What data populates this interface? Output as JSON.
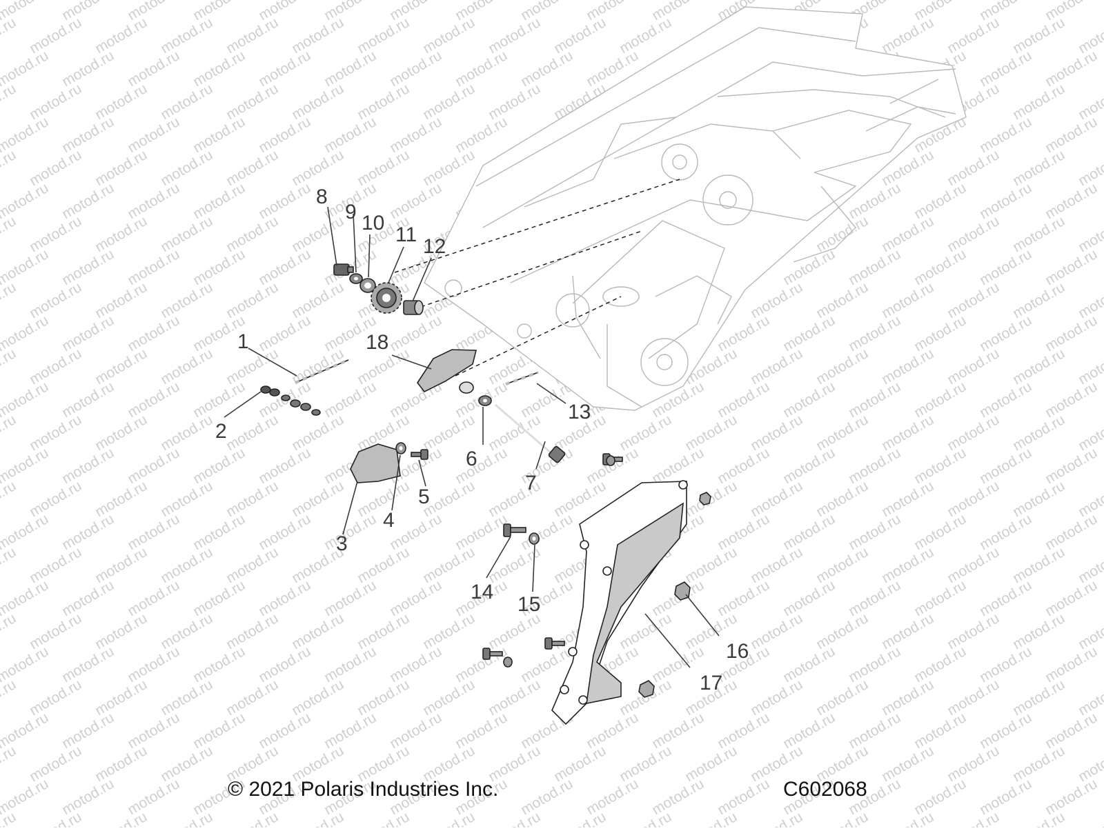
{
  "watermark": "motod.ru",
  "copyright": "© 2021 Polaris Industries Inc.",
  "diagram_code": "C602068",
  "callouts": [
    "1",
    "2",
    "3",
    "4",
    "5",
    "6",
    "7",
    "8",
    "9",
    "10",
    "11",
    "12",
    "13",
    "14",
    "15",
    "16",
    "17",
    "18"
  ],
  "colors": {
    "text": "#3a3a3a",
    "frame_line": "#b8b8b8",
    "cover_fill": "#c9c9c9",
    "watermark": "#cfcfcf"
  }
}
